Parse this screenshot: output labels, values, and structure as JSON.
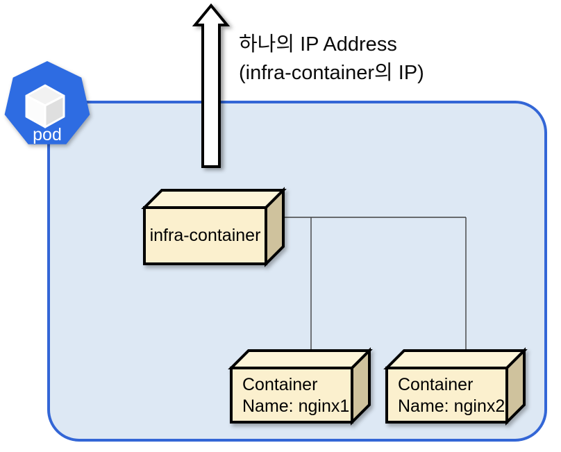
{
  "diagram": {
    "pod_boundary": {
      "icon_label": "pod"
    },
    "annotation": {
      "line1": "하나의 IP Address",
      "line2": "(infra-container의 IP)"
    },
    "boxes": {
      "infra": {
        "label": "infra-container"
      },
      "nginx1": {
        "line1": "Container",
        "line2": "Name: nginx1"
      },
      "nginx2": {
        "line1": "Container",
        "line2": "Name: nginx2"
      }
    },
    "colors": {
      "pod_fill": "#dde8f4",
      "pod_border": "#3366d6",
      "pod_icon_blue": "#2e6ce2",
      "box_front": "#fbf0ce",
      "box_top": "#fdf5d9",
      "box_side": "#cfc29d",
      "connector": "#404040",
      "arrow_fill": "#ffffff",
      "arrow_stroke": "#000000",
      "cube_top": "#f2f2f2",
      "cube_left": "#fcfcfc",
      "cube_right": "#dfdfdf"
    }
  }
}
